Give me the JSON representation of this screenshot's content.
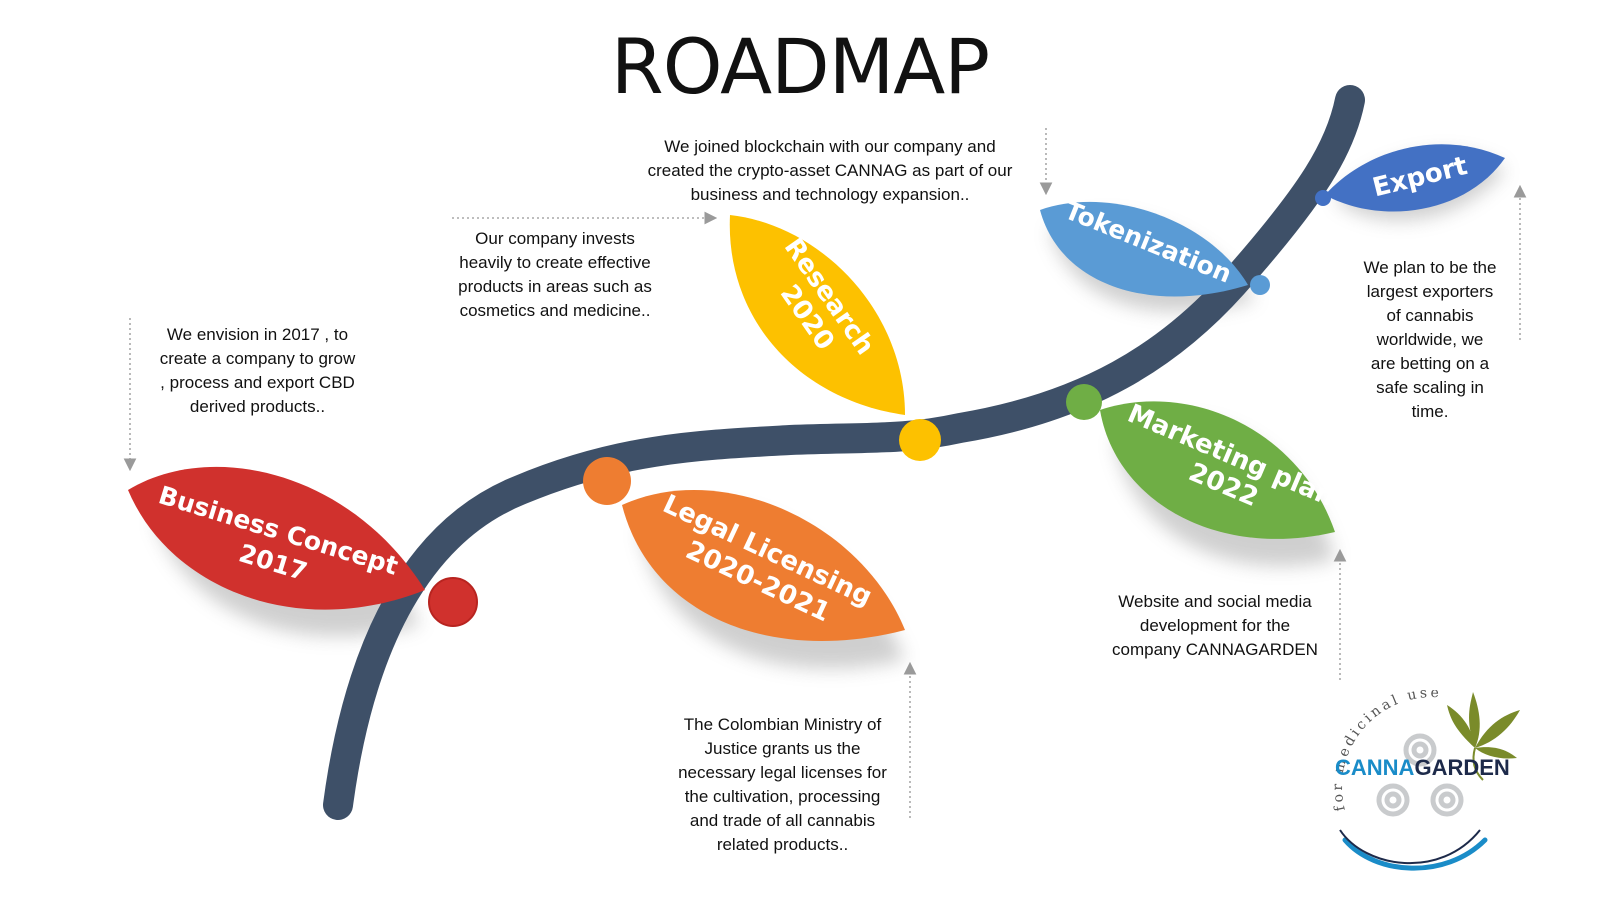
{
  "title": "ROADMAP",
  "colors": {
    "path": "#3e5068",
    "red": "#d0312d",
    "orange": "#ee7d31",
    "yellow": "#fdc100",
    "green": "#6fae45",
    "light_blue": "#5a9bd5",
    "blue": "#4371c4"
  },
  "milestones": [
    {
      "line1": "Business Concept",
      "line2": "2017",
      "color": "#d0312d",
      "description": [
        "We envision in 2017 , to",
        "create a company to grow",
        ", process and export CBD",
        "derived products.."
      ]
    },
    {
      "line1": "Legal Licensing",
      "line2": "2020-2021",
      "color": "#ee7d31",
      "description": [
        "The Colombian Ministry of",
        "Justice grants us the",
        "necessary legal licenses for",
        "the cultivation, processing",
        "and trade of all cannabis",
        "related products.."
      ]
    },
    {
      "line1": "Research",
      "line2": "2020",
      "color": "#fdc100",
      "description": [
        "Our company invests",
        "heavily to create effective",
        "products in areas such as",
        "cosmetics and medicine.."
      ]
    },
    {
      "line1": "Marketing plan",
      "line2": "2022",
      "color": "#6fae45",
      "description": [
        "Website and social media",
        "development for the",
        "company CANNAGARDEN"
      ]
    },
    {
      "line1": "Tokenization",
      "line2": "",
      "color": "#5a9bd5",
      "description": [
        "We joined blockchain with our company and",
        "created the crypto-asset CANNAG as part of our",
        "business and technology expansion.."
      ]
    },
    {
      "line1": "Export",
      "line2": "",
      "color": "#4371c4",
      "description": [
        "We plan to be the",
        "largest exporters",
        "of cannabis",
        "worldwide, we",
        "are betting on a",
        "safe scaling in",
        "time."
      ]
    }
  ],
  "logo": {
    "arc_text": "for medicinal use",
    "brand_part1": "CANNA",
    "brand_part2": "GARDEN"
  }
}
